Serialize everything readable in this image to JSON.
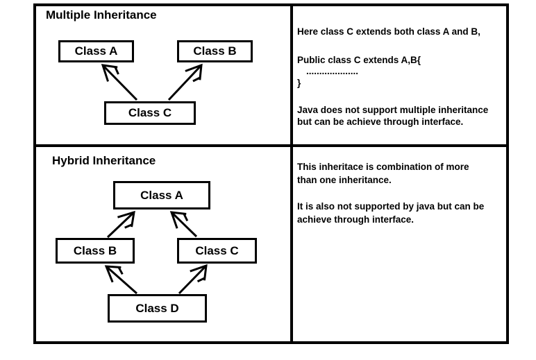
{
  "colors": {
    "ink": "#000000",
    "paper": "#ffffff"
  },
  "panels": {
    "multiple": {
      "title": "Multiple Inheritance",
      "nodes": {
        "a": "Class A",
        "b": "Class B",
        "c": "Class C"
      },
      "description_lines": [
        "Here class C extends both class A and B,",
        "Public class C extends A,B{",
        "....................",
        "}",
        "Java does not support multiple inheritance",
        "but can be achieve through interface."
      ]
    },
    "hybrid": {
      "title": "Hybrid Inheritance",
      "nodes": {
        "a": "Class A",
        "b": "Class B",
        "c": "Class C",
        "d": "Class D"
      },
      "description_lines": [
        "This inheritace is combination of more",
        "than one inheritance.",
        "It is also not supported by java but can be",
        "achieve through interface."
      ]
    }
  }
}
